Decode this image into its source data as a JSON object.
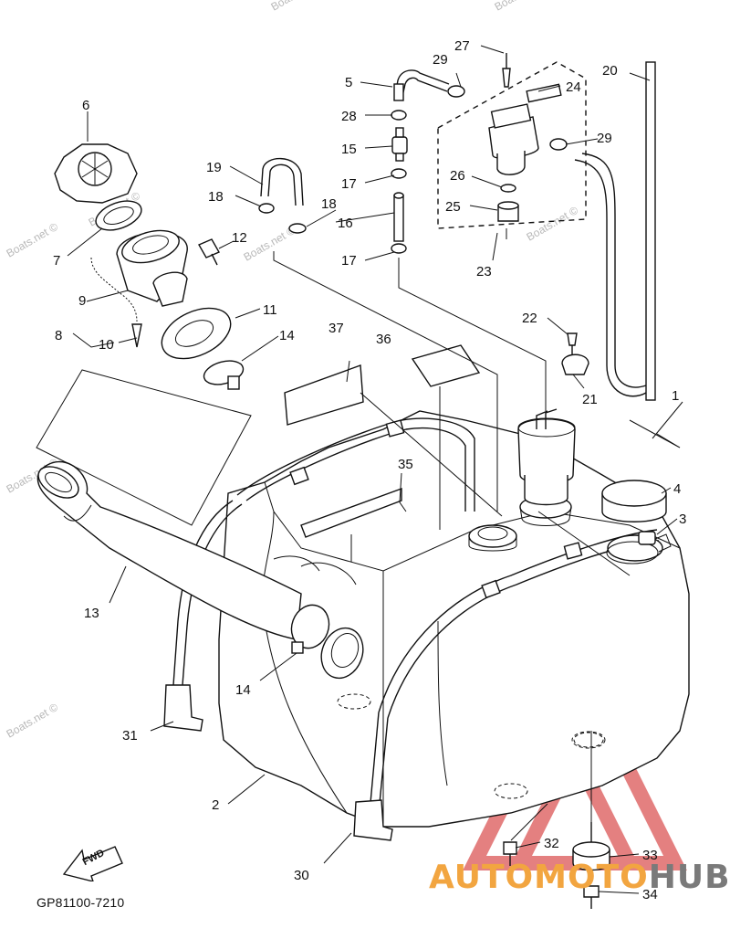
{
  "diagram": {
    "part_code": "GP81100-7210",
    "watermark_text": "Boats.net ©",
    "brand": {
      "first": "AUTOMOTO",
      "last": "HUB",
      "first_color": "#f2a540",
      "last_color": "#7a7a7a",
      "triangle_color": "#e06a6a"
    },
    "fwd_label": "FWD",
    "labels": [
      "1",
      "2",
      "3",
      "4",
      "5",
      "6",
      "7",
      "8",
      "9",
      "10",
      "11",
      "12",
      "13",
      "14",
      "14",
      "15",
      "16",
      "17",
      "17",
      "18",
      "18",
      "19",
      "20",
      "21",
      "22",
      "23",
      "24",
      "25",
      "26",
      "27",
      "28",
      "29",
      "29",
      "30",
      "31",
      "32",
      "33",
      "34",
      "35",
      "36",
      "37"
    ]
  }
}
